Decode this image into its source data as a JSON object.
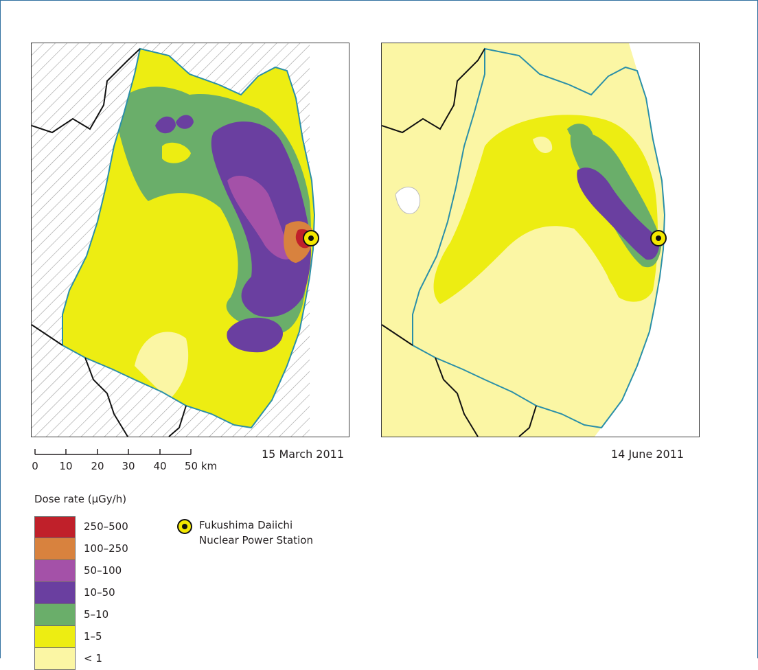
{
  "maps": [
    {
      "date": "15 March 2011"
    },
    {
      "date": "14 June 2011"
    }
  ],
  "scale": {
    "ticks": [
      "0",
      "10",
      "20",
      "30",
      "40",
      "50 km"
    ]
  },
  "legend": {
    "title": "Dose rate (µGy/h)",
    "items": [
      {
        "label": "250–500",
        "color": "#c0202a"
      },
      {
        "label": "100–250",
        "color": "#d8823e"
      },
      {
        "label": "50–100",
        "color": "#a451a8"
      },
      {
        "label": "10–50",
        "color": "#6a3fa0"
      },
      {
        "label": "5–10",
        "color": "#6aae6a"
      },
      {
        "label": "1–5",
        "color": "#eded12"
      },
      {
        "label": "< 1",
        "color": "#fbf6a4"
      }
    ]
  },
  "station": {
    "line1": "Fukushima Daiichi",
    "line2": "Nuclear Power Station"
  },
  "colors": {
    "coastline": "#2a8fa8",
    "border": "#111111",
    "hatch": "#9a9a9a",
    "frame": "#2f6f9f"
  }
}
